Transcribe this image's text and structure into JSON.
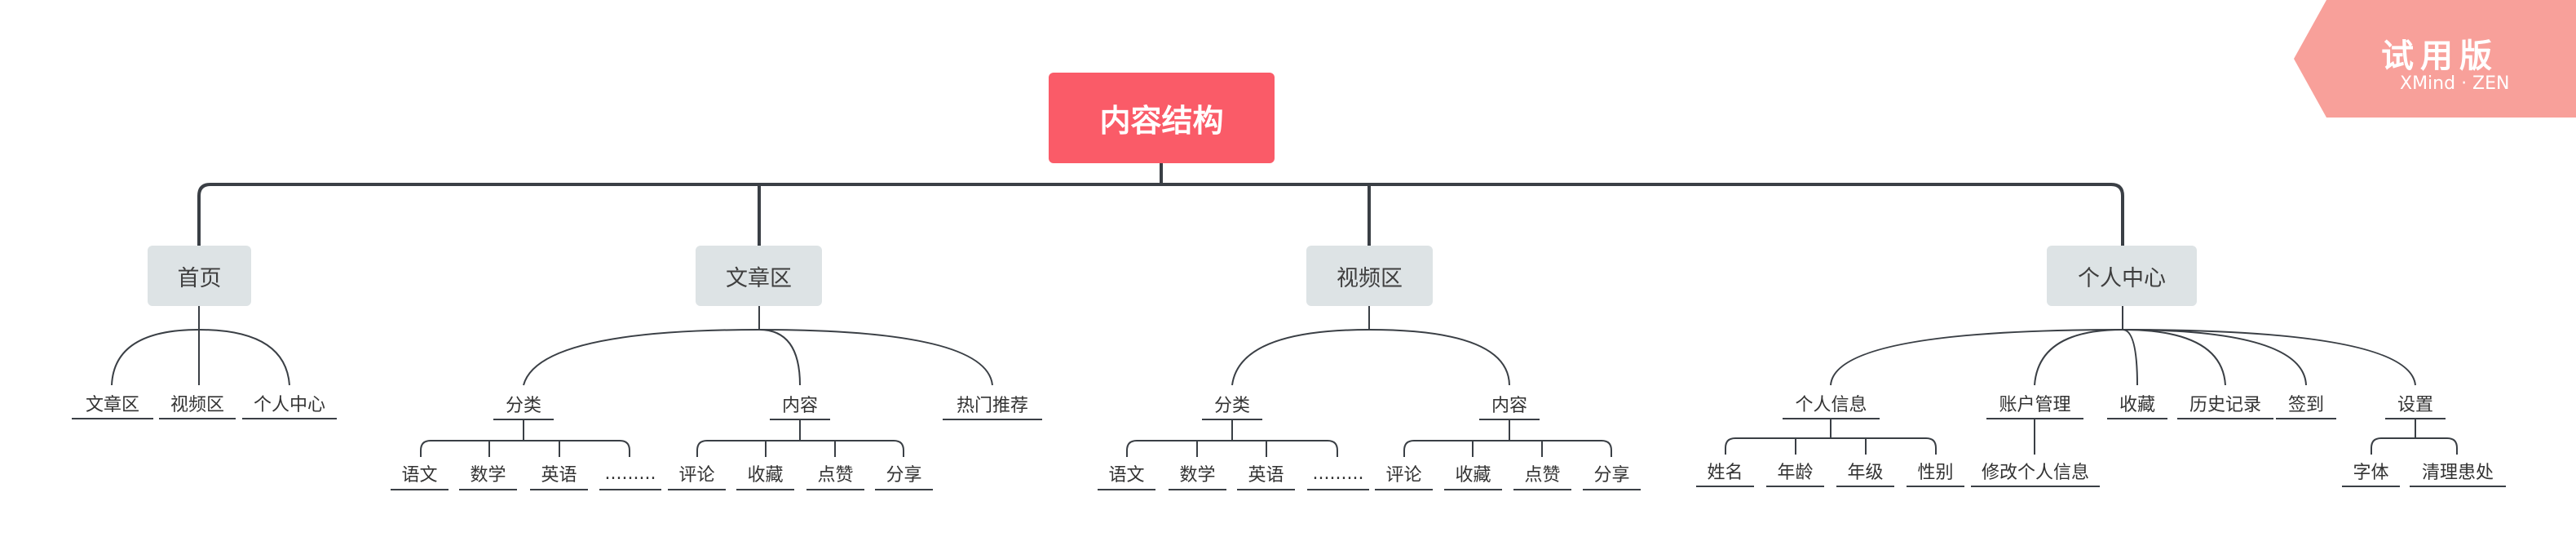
{
  "root": {
    "label": "内容结构"
  },
  "branches": [
    {
      "label": "首页",
      "children": [
        {
          "label": "文章区"
        },
        {
          "label": "视频区"
        },
        {
          "label": "个人中心"
        }
      ]
    },
    {
      "label": "文章区",
      "children": [
        {
          "label": "分类",
          "children": [
            {
              "label": "语文"
            },
            {
              "label": "数学"
            },
            {
              "label": "英语"
            },
            {
              "label": "........."
            }
          ]
        },
        {
          "label": "内容",
          "children": [
            {
              "label": "评论"
            },
            {
              "label": "收藏"
            },
            {
              "label": "点赞"
            },
            {
              "label": "分享"
            }
          ]
        },
        {
          "label": "热门推荐"
        }
      ]
    },
    {
      "label": "视频区",
      "children": [
        {
          "label": "分类",
          "children": [
            {
              "label": "语文"
            },
            {
              "label": "数学"
            },
            {
              "label": "英语"
            },
            {
              "label": "........."
            }
          ]
        },
        {
          "label": "内容",
          "children": [
            {
              "label": "评论"
            },
            {
              "label": "收藏"
            },
            {
              "label": "点赞"
            },
            {
              "label": "分享"
            }
          ]
        }
      ]
    },
    {
      "label": "个人中心",
      "children": [
        {
          "label": "个人信息",
          "children": [
            {
              "label": "姓名"
            },
            {
              "label": "年龄"
            },
            {
              "label": "年级"
            },
            {
              "label": "性别"
            }
          ]
        },
        {
          "label": "账户管理",
          "children": [
            {
              "label": "修改个人信息"
            }
          ]
        },
        {
          "label": "收藏"
        },
        {
          "label": "历史记录"
        },
        {
          "label": "签到"
        },
        {
          "label": "设置",
          "children": [
            {
              "label": "字体"
            },
            {
              "label": "清理患处"
            }
          ]
        }
      ]
    }
  ],
  "watermark": {
    "title": "试用版",
    "subtitle": "XMind · ZEN"
  },
  "colors": {
    "root_fill": "#fa5b68",
    "main_fill": "#dde3e5",
    "line": "#3a3f45",
    "watermark": "#f8a09a"
  }
}
